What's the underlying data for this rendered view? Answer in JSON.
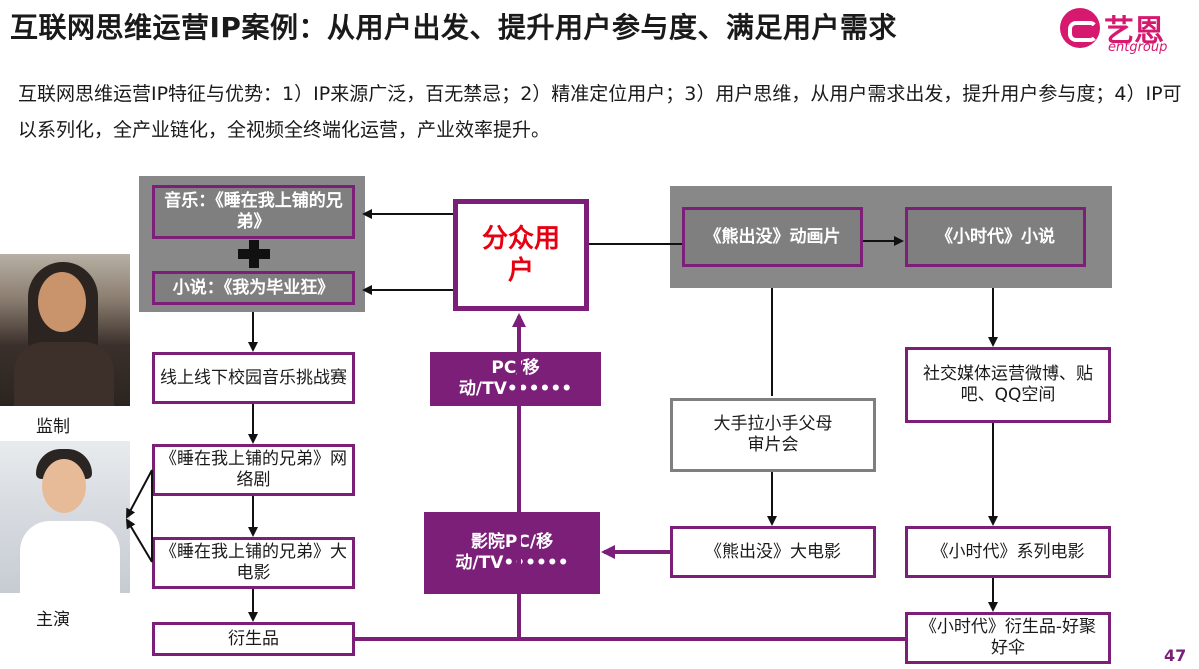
{
  "header": {
    "title": "互联网思维运营IP案例：从用户出发、提升用户参与度、满足用户需求",
    "logo_cn": "艺恩",
    "logo_en": "entgroup"
  },
  "description": "互联网思维运营IP特征与优势：1）IP来源广泛，百无禁忌；2）精准定位用户；3）用户思维，从用户需求出发，提升用户参与度；4）IP可以系列化，全产业链化，全视频全终端化运营，产业效率提升。",
  "left_flow": {
    "music": "音乐：《睡在我上铺的兄弟》",
    "novel": "小说：《我为毕业狂》",
    "campus": "线上线下校园音乐挑战赛",
    "web_series": "《睡在我上铺的兄弟》网络剧",
    "movie": "《睡在我上铺的兄弟》大电影",
    "merch": "衍生品"
  },
  "center_flow": {
    "niche_users": "分众用户",
    "pc_mobile_tv": "PC/移动/TV••••••",
    "cinema": "影院PC/移动/TV••••••"
  },
  "right_flow": {
    "bear_cartoon": "《熊出没》动画片",
    "tiny_times_novel": "《小时代》小说",
    "parent_child": "大手拉小手父母审片会",
    "social_media": "社交媒体运营微博、贴吧、QQ空间",
    "bear_movie": "《熊出没》大电影",
    "tiny_times_movie": "《小时代》系列电影",
    "tiny_times_merch": "《小时代》衍生品-好聚好伞"
  },
  "people": {
    "supervisor_label": "监制",
    "lead_label": "主演"
  },
  "page_number": "47",
  "colors": {
    "accent": "#7b1f78",
    "highlight": "#e60012",
    "panel": "#888888",
    "logo": "#d6186e"
  }
}
